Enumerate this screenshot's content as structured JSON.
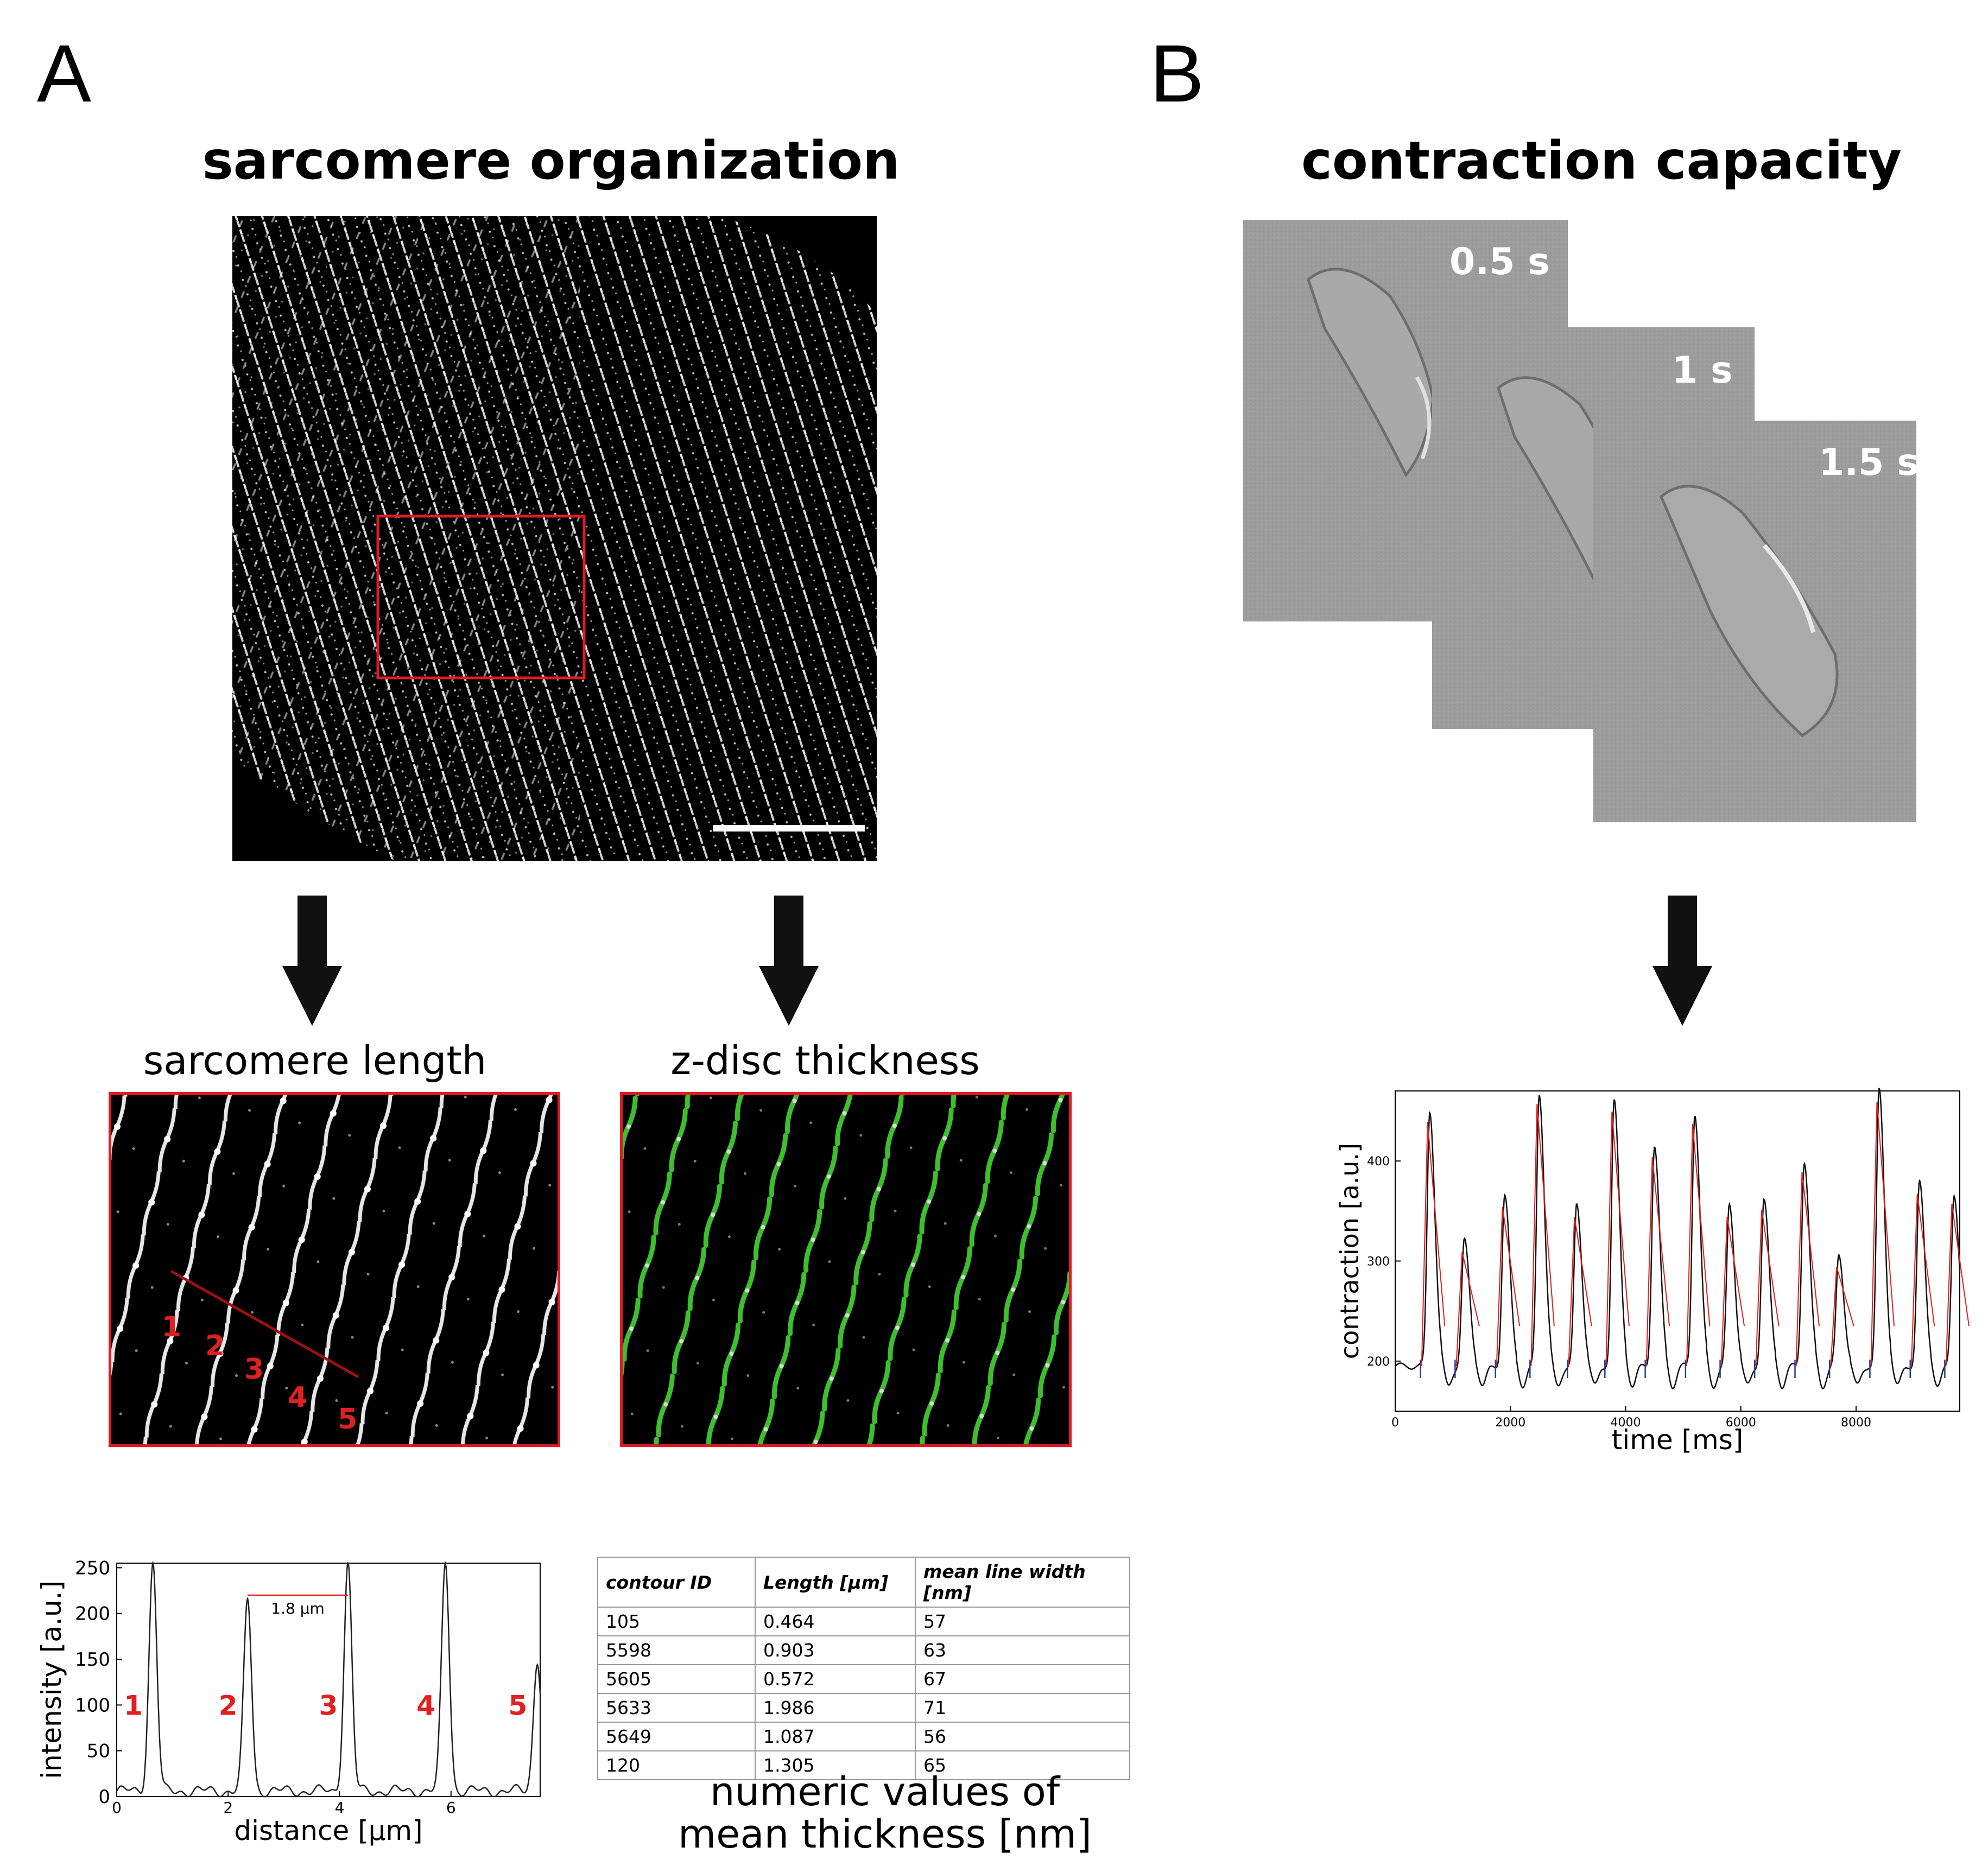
{
  "panels": {
    "a": {
      "letter": "A",
      "title": "sarcomere organization"
    },
    "b": {
      "letter": "B",
      "title": "contraction capacity"
    }
  },
  "subpanels": {
    "length": {
      "title": "sarcomere length",
      "markers": [
        "1",
        "2",
        "3",
        "4",
        "5"
      ]
    },
    "thickness": {
      "title": "z-disc thickness"
    }
  },
  "colors": {
    "red_box": "#e01b24",
    "trace_red": "#e02020",
    "trace_blue": "#2a3a9a",
    "overlay_green": "#3fbf2f"
  },
  "icons": [
    "down-arrow-icon"
  ],
  "contour_table": {
    "headers": [
      "contour ID",
      "Length [µm]",
      "mean line width [nm]"
    ],
    "rows": [
      [
        "105",
        "0.464",
        "57"
      ],
      [
        "5598",
        "0.903",
        "63"
      ],
      [
        "5605",
        "0.572",
        "67"
      ],
      [
        "5633",
        "1.986",
        "71"
      ],
      [
        "5649",
        "1.087",
        "56"
      ],
      [
        "120",
        "1.305",
        "65"
      ]
    ],
    "caption_line1": "numeric values of",
    "caption_line2": "mean thickness [nm]"
  },
  "frames": {
    "labels": [
      "0.5 s",
      "1 s",
      "1.5 s"
    ]
  },
  "chart_data": [
    {
      "type": "line",
      "xlabel": "distance [µm]",
      "ylabel": "intensity [a.u.]",
      "xlim": [
        0,
        7.6
      ],
      "ylim": [
        0,
        255
      ],
      "x_ticks": [
        "0",
        "2",
        "4",
        "6"
      ],
      "y_ticks": [
        "0",
        "50",
        "100",
        "150",
        "200",
        "250"
      ],
      "peaks": [
        {
          "label": "1",
          "x": 0.65,
          "y": 255
        },
        {
          "label": "2",
          "x": 2.35,
          "y": 215
        },
        {
          "label": "3",
          "x": 4.15,
          "y": 255
        },
        {
          "label": "4",
          "x": 5.9,
          "y": 255
        },
        {
          "label": "5",
          "x": 7.55,
          "y": 150
        }
      ],
      "annotation": {
        "text": "1.8 µm",
        "from_x": 2.35,
        "to_x": 4.15,
        "y": 220
      }
    },
    {
      "type": "line",
      "xlabel": "time [ms]",
      "ylabel": "contraction [a.u.]",
      "xlim": [
        0,
        9800
      ],
      "ylim": [
        150,
        470
      ],
      "x_ticks": [
        "0",
        "2000",
        "4000",
        "6000",
        "8000"
      ],
      "y_ticks": [
        "200",
        "300",
        "400"
      ],
      "baseline": 195,
      "peaks": [
        {
          "x": 600,
          "y": 450
        },
        {
          "x": 1200,
          "y": 320
        },
        {
          "x": 1900,
          "y": 365
        },
        {
          "x": 2500,
          "y": 468
        },
        {
          "x": 3150,
          "y": 355
        },
        {
          "x": 3800,
          "y": 460
        },
        {
          "x": 4500,
          "y": 415
        },
        {
          "x": 5200,
          "y": 448
        },
        {
          "x": 5800,
          "y": 355
        },
        {
          "x": 6400,
          "y": 362
        },
        {
          "x": 7100,
          "y": 400
        },
        {
          "x": 7700,
          "y": 305
        },
        {
          "x": 8400,
          "y": 470
        },
        {
          "x": 9100,
          "y": 378
        },
        {
          "x": 9700,
          "y": 368
        }
      ]
    }
  ]
}
